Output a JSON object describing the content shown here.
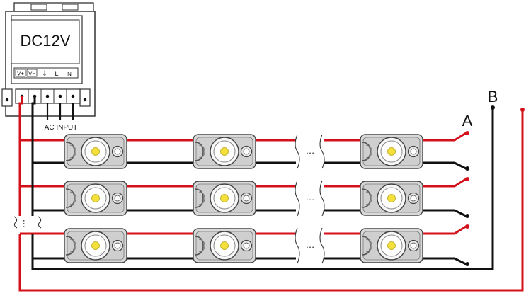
{
  "power_supply": {
    "voltage_label": "DC12V",
    "terminals": [
      "V+",
      "V−",
      "⏚",
      "L",
      "N"
    ],
    "ac_input_label": "AC INPUT"
  },
  "wire_labels": {
    "a": "A",
    "b": "B"
  },
  "ellipsis": "…",
  "colors": {
    "positive_wire": "#d4111a",
    "negative_wire": "#111111",
    "module_body": "#d6d6d6",
    "led_chip": "#f3e03b"
  },
  "led_modules": {
    "rows": 3,
    "visible_per_row": 3
  }
}
